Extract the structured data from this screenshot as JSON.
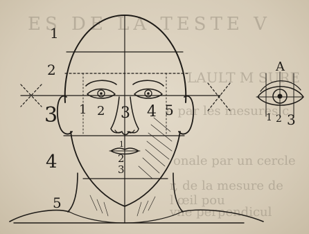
{
  "labels": {
    "row1": "1",
    "row2": "2",
    "row3": "3",
    "row4": "4",
    "row5": "5",
    "col1": "1",
    "col2": "2",
    "col3": "3",
    "col4": "4",
    "col5": "5",
    "mouth1": "1",
    "mouth2": "2",
    "mouth3": "3",
    "eye_letter": "A",
    "eye_num1": "1",
    "eye_num2": "2",
    "eye_num3": "3"
  },
  "bleed_through": {
    "line1": "ES DE LA TESTE V",
    "line2": "LAULT M SURE",
    "line3": "e par les mesures c",
    "line4": "onale par un cercle",
    "line5": "r, de la mesure de l'œil pou",
    "line6": "vne perpendicul"
  },
  "colors": {
    "paper": "#d9cfbe",
    "ink": "#1e1b17",
    "bleed": "#8f8676"
  }
}
